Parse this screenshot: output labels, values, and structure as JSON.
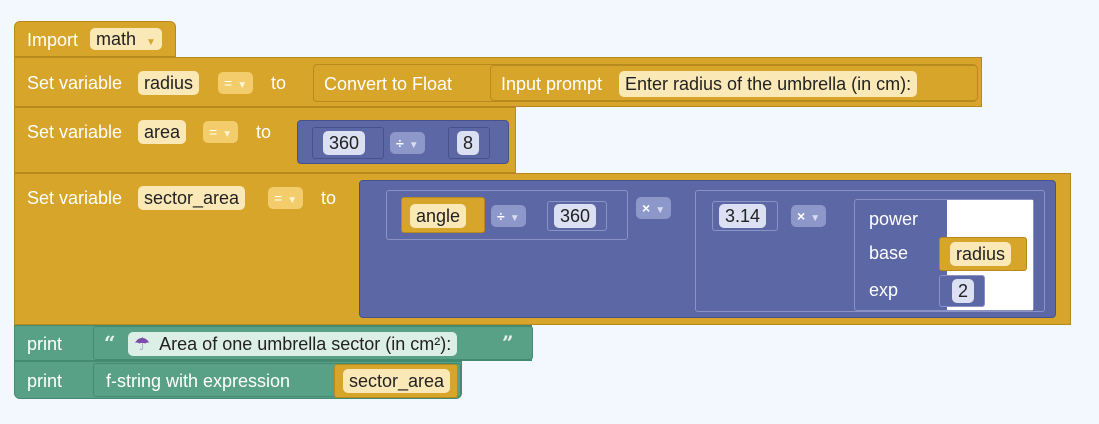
{
  "import_block": {
    "label": "Import",
    "module": "math"
  },
  "set_radius": {
    "label": "Set variable",
    "var": "radius",
    "op": "=",
    "to": "to",
    "convert": "Convert to Float",
    "input_label": "Input prompt",
    "prompt": "Enter radius of the umbrella (in cm):"
  },
  "set_area": {
    "label": "Set variable",
    "var": "area",
    "op": "=",
    "to": "to",
    "left": "360",
    "operator": "÷",
    "right": "8"
  },
  "set_sector": {
    "label": "Set variable",
    "var": "sector_area",
    "op": "=",
    "to": "to",
    "angle_var": "angle",
    "div_op": "÷",
    "div_num": "360",
    "mul_op": "×",
    "pi_val": "3.14",
    "mul_op2": "×",
    "power_label": "power",
    "base_label": "base",
    "base_var": "radius",
    "exp_label": "exp",
    "exp_val": "2"
  },
  "print1": {
    "label": "print",
    "open_quote": "“",
    "icon": "☂",
    "text": "Area of one umbrella sector (in cm²):",
    "close_quote": "”"
  },
  "print2": {
    "label": "print",
    "fstring": "f-string with expression",
    "var": "sector_area"
  },
  "colors": {
    "variables": "#d6a52a",
    "math": "#5c68a6",
    "text": "#59a186",
    "background": "#f2f8fd"
  }
}
